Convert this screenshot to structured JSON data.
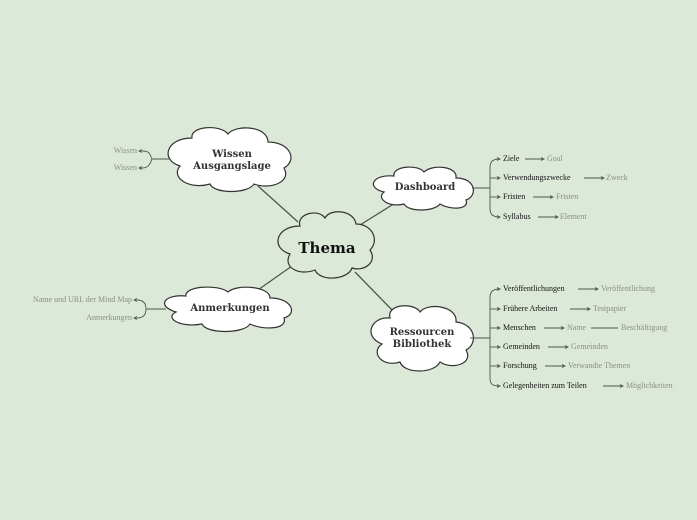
{
  "center": {
    "label": "Thema"
  },
  "branches": {
    "wissen": {
      "label_line1": "Wissen",
      "label_line2": "Ausgangslage",
      "children": [
        "Wissen",
        "Wissen"
      ]
    },
    "dashboard": {
      "label": "Dashboard",
      "children": [
        {
          "label": "Ziele",
          "sub": [
            "Goal"
          ]
        },
        {
          "label": "Verwendungszwecke",
          "sub": [
            "Zweck"
          ]
        },
        {
          "label": "Fristen",
          "sub": [
            "Fristen"
          ]
        },
        {
          "label": "Syllabus",
          "sub": [
            "Element"
          ]
        }
      ]
    },
    "anmerkungen": {
      "label": "Anmerkungen",
      "children": [
        "Name und URL der Mind Map",
        "Anmerkungen"
      ]
    },
    "ressourcen": {
      "label_line1": "Ressourcen",
      "label_line2": "Bibliothek",
      "children": [
        {
          "label": "Veröffentlichungen",
          "sub": [
            "Veröffentlichung"
          ]
        },
        {
          "label": "Frühere Arbeiten",
          "sub": [
            "Testpapier"
          ]
        },
        {
          "label": "Menschen",
          "sub": [
            "Name",
            "Beschäftigung"
          ]
        },
        {
          "label": "Gemeinden",
          "sub": [
            "Gemeinden"
          ]
        },
        {
          "label": "Forschung",
          "sub": [
            "Verwandte Themen"
          ]
        },
        {
          "label": "Gelegenheiten zum Teilen",
          "sub": [
            "Möglichkeiten"
          ]
        }
      ]
    }
  },
  "colors": {
    "background": "#dce8d8",
    "cloud_fill": "#ffffff",
    "center_fill": "#dce8d8",
    "stroke": "#333333",
    "line": "#4a5a48",
    "leaf_dark": "#111111",
    "leaf_light": "#8a8f86"
  }
}
